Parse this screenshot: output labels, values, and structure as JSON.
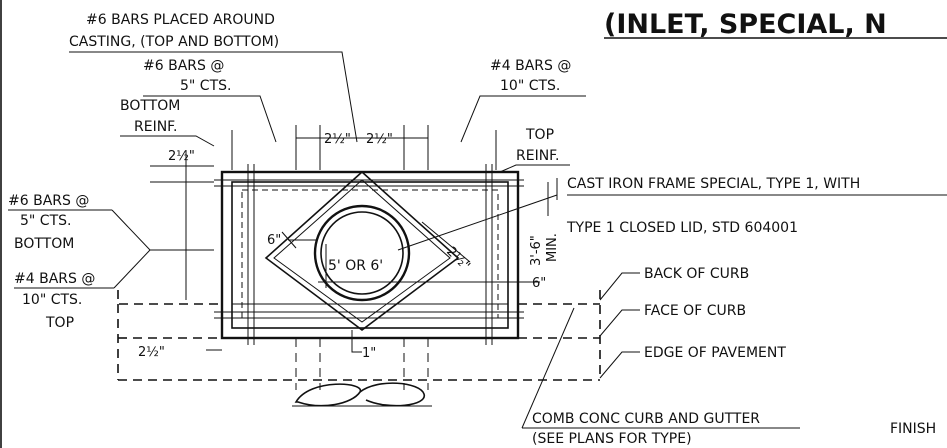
{
  "title": "(INLET, SPECIAL, N",
  "labels": {
    "bars_around_casting_1": "#6 BARS PLACED AROUND",
    "bars_around_casting_2": "CASTING, (TOP AND BOTTOM)",
    "bars6_5cts_top_1": "#6 BARS @",
    "bars6_5cts_top_2": "5\" CTS.",
    "bars4_10cts_top_1": "#4 BARS @",
    "bars4_10cts_top_2": "10\" CTS.",
    "bottom_reinf_1": "BOTTOM",
    "bottom_reinf_2": "REINF.",
    "top_reinf_1": "TOP",
    "top_reinf_2": "REINF.",
    "frame_1": "CAST IRON FRAME SPECIAL, TYPE 1, WITH",
    "frame_2": "TYPE 1 CLOSED LID, STD 604001",
    "left_bars6_1": "#6 BARS @",
    "left_bars6_2": "5\" CTS.",
    "left_bars6_3": "BOTTOM",
    "left_bars4_1": "#4 BARS @",
    "left_bars4_2": "10\" CTS.",
    "left_bars4_3": "TOP",
    "back_of_curb": "BACK OF CURB",
    "face_of_curb": "FACE OF CURB",
    "edge_of_pavement": "EDGE OF PAVEMENT",
    "comb_1": "COMB CONC CURB AND GUTTER",
    "comb_2": "(SEE PLANS FOR TYPE)",
    "finish": "FINISH",
    "min_height_1": "3'-6\"",
    "min_height_2": "MIN.",
    "diameter": "5' OR 6'"
  },
  "dims": {
    "two_half_a": "2½\"",
    "two_half_b": "2½\"",
    "two_half_left": "2½\"",
    "two_half_bottom": "2½\"",
    "two_half_diag": "2½\"",
    "six_left": "6\"",
    "six_right": "6\"",
    "one_inch": "1\""
  }
}
